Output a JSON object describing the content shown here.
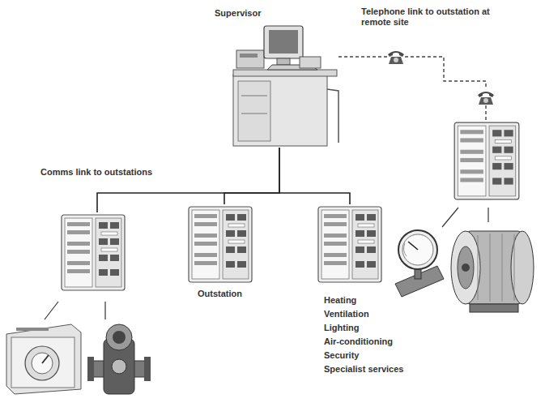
{
  "diagram": {
    "nodes": [
      {
        "text": [
          "Supervisor"
        ]
      },
      {
        "text": [
          "Outstation"
        ]
      },
      {
        "text": [
          "Heating",
          "Ventilation",
          "Lighting",
          "Air-conditioning",
          "Security",
          "Specialist services"
        ]
      }
    ],
    "edges": [
      {
        "from": 0,
        "to": 1,
        "arrow": "none"
      },
      {
        "from": 0,
        "to": 2,
        "arrow": "none"
      }
    ],
    "labels": [
      "Telephone link to outstation at remote site",
      "Comms link to outstations"
    ]
  }
}
